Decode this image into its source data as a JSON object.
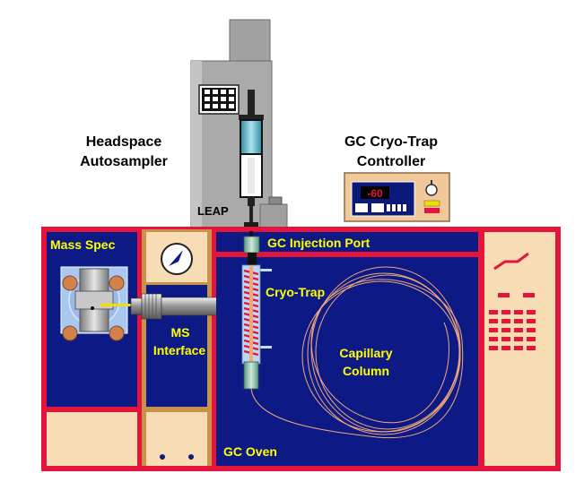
{
  "labels": {
    "headspace_line1": "Headspace",
    "headspace_line2": "Autosampler",
    "cryo_controller_line1": "GC Cryo-Trap",
    "cryo_controller_line2": "Controller",
    "leap": "LEAP",
    "controller_display": "-60",
    "mass_spec": "Mass Spec",
    "ms_interface_line1": "MS",
    "ms_interface_line2": "Interface",
    "injection_port": "GC Injection Port",
    "cryo_trap": "Cryo-Trap",
    "capillary_line1": "Capillary",
    "capillary_line2": "Column",
    "gc_oven": "GC Oven"
  },
  "colors": {
    "frame_red": "#e4143a",
    "panel_blue": "#0d1a86",
    "panel_peach": "#f7dcb4",
    "interface_tan": "#c8924a",
    "label_yellow": "#ffff00",
    "autosampler_gray": "#a8a8a8",
    "column_orange": "#f0a878"
  },
  "icons": [
    "gauge-icon",
    "keypad-icon",
    "syringe-icon",
    "knob-icon"
  ]
}
